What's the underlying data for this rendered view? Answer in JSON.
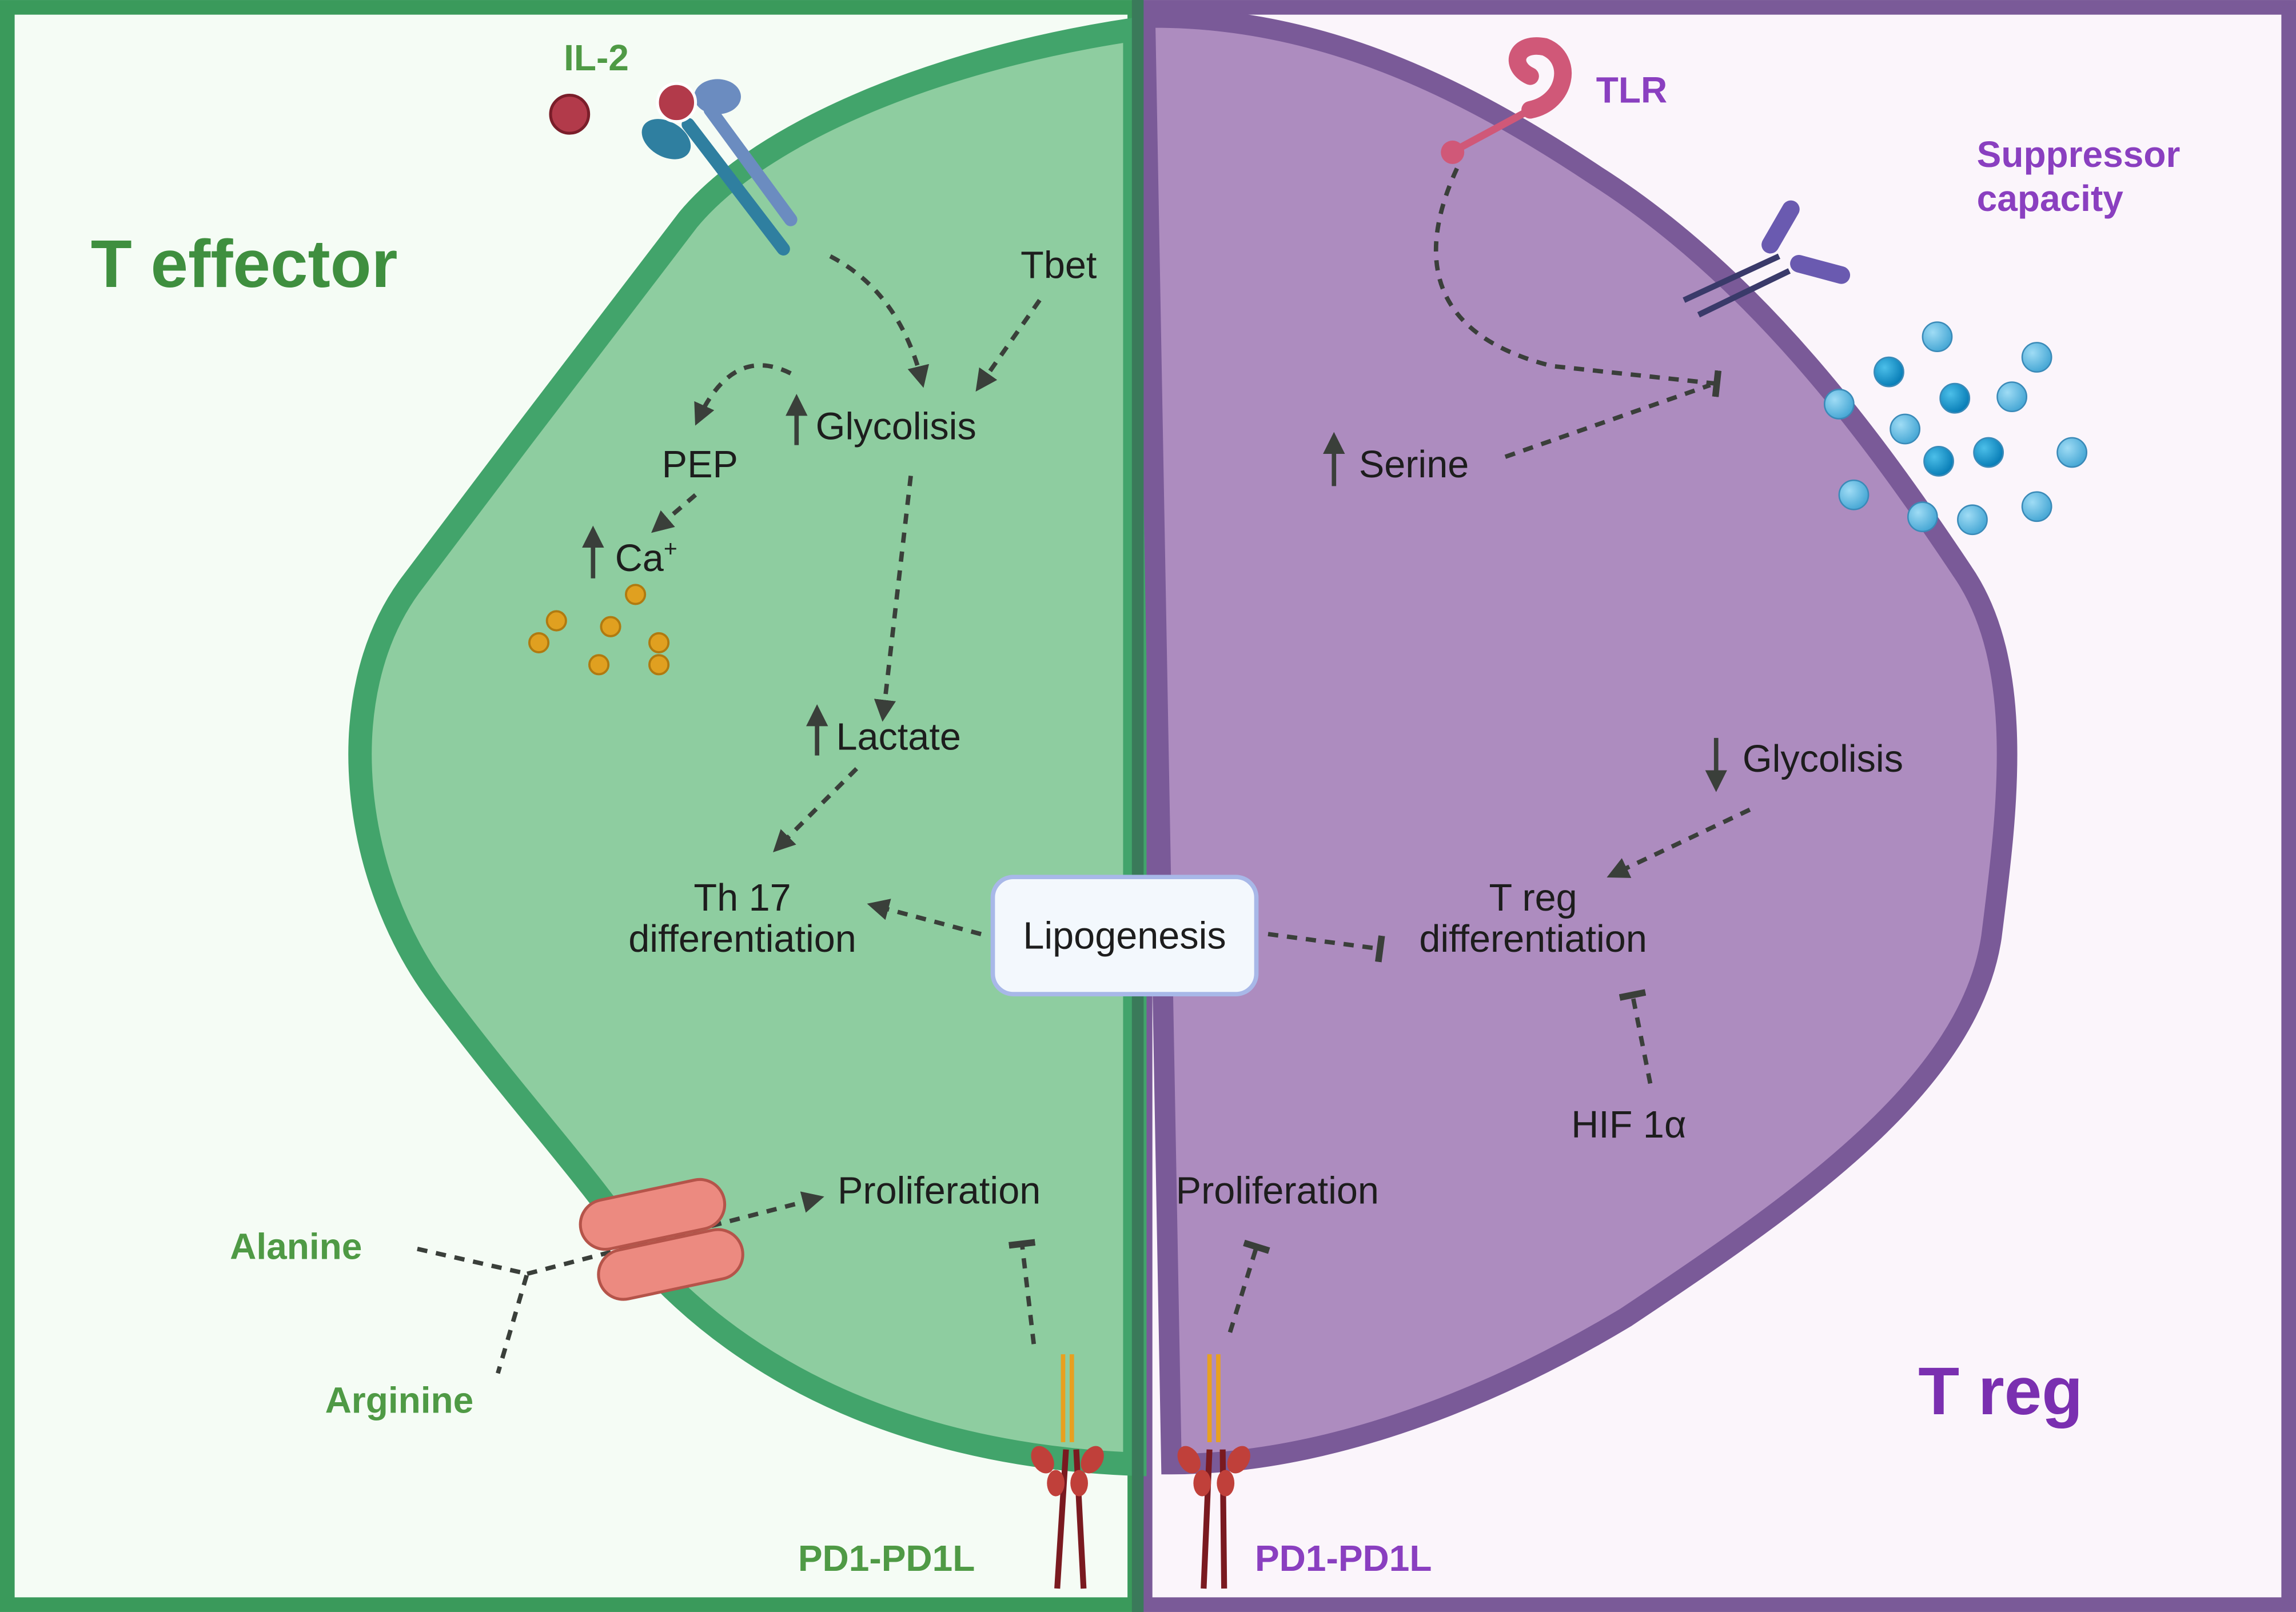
{
  "left_panel": {
    "title": "T effector",
    "receptor_label": "IL-2",
    "labels": {
      "tbet": "Tbet",
      "glycolisis": "Glycolisis",
      "pep": "PEP",
      "ca": "Ca",
      "ca_sup": "+",
      "lactate": "Lactate",
      "th17_line1": "Th 17",
      "th17_line2": "differentiation",
      "proliferation": "Proliferation",
      "alanine": "Alanine",
      "arginine": "Arginine",
      "pd1": "PD1-PD1L"
    }
  },
  "center": {
    "lipogenesis": "Lipogenesis"
  },
  "right_panel": {
    "title": "T reg",
    "receptor_label": "TLR",
    "suppressor_line1": "Suppressor",
    "suppressor_line2": "capacity",
    "labels": {
      "serine": "Serine",
      "glycolisis": "Glycolisis",
      "treg_line1": "T reg",
      "treg_line2": "differentiation",
      "hif": "HIF 1α",
      "proliferation": "Proliferation",
      "pd1": "PD1-PD1L"
    }
  },
  "colors": {
    "effector_green": "#42a46b",
    "treg_purple": "#7a5a98"
  }
}
